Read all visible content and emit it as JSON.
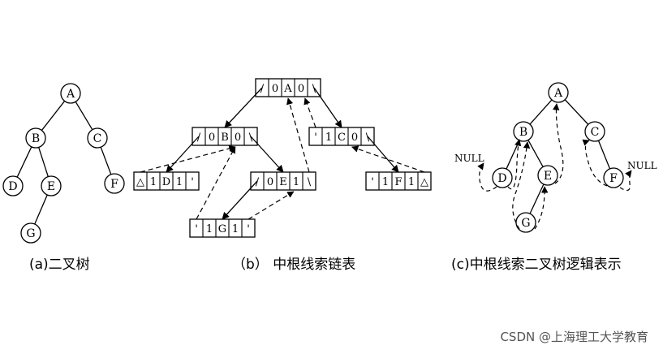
{
  "captions": {
    "a": "(a)二叉树",
    "b": "（b） 中根线索链表",
    "c": "(c)中根线索二叉树逻辑表示"
  },
  "watermark": "CSDN @上海理工大学教育",
  "tree_a": {
    "nodes": [
      {
        "id": "A",
        "label": "A"
      },
      {
        "id": "B",
        "label": "B"
      },
      {
        "id": "C",
        "label": "C"
      },
      {
        "id": "D",
        "label": "D"
      },
      {
        "id": "E",
        "label": "E"
      },
      {
        "id": "F",
        "label": "F"
      },
      {
        "id": "G",
        "label": "G"
      }
    ],
    "edges": [
      [
        "A",
        "B"
      ],
      [
        "A",
        "C"
      ],
      [
        "B",
        "D"
      ],
      [
        "B",
        "E"
      ],
      [
        "C",
        "F"
      ],
      [
        "E",
        "G"
      ]
    ]
  },
  "linked_list": {
    "nodes": [
      {
        "id": "A",
        "cells": [
          "/",
          "0",
          "A",
          "0",
          "\\"
        ]
      },
      {
        "id": "B",
        "cells": [
          "/",
          "0",
          "B",
          "0",
          "\\"
        ]
      },
      {
        "id": "C",
        "cells": [
          "'",
          "1",
          "C",
          "0",
          "\\"
        ]
      },
      {
        "id": "D",
        "cells": [
          "△",
          "1",
          "D",
          "1",
          "'"
        ]
      },
      {
        "id": "E",
        "cells": [
          "/",
          "0",
          "E",
          "1",
          "\\"
        ]
      },
      {
        "id": "F",
        "cells": [
          "'",
          "1",
          "F",
          "1",
          "△"
        ]
      },
      {
        "id": "G",
        "cells": [
          "'",
          "1",
          "G",
          "1",
          "'"
        ]
      }
    ],
    "child_links": [
      [
        "A",
        "B"
      ],
      [
        "A",
        "C"
      ],
      [
        "B",
        "D"
      ],
      [
        "B",
        "E"
      ],
      [
        "C",
        "F"
      ],
      [
        "E",
        "G"
      ]
    ],
    "thread_links": [
      [
        "D",
        "B"
      ],
      [
        "G",
        "B"
      ],
      [
        "E",
        "A"
      ],
      [
        "G",
        "E"
      ],
      [
        "C",
        "A"
      ],
      [
        "F",
        "C"
      ]
    ]
  },
  "tree_c": {
    "nodes": [
      {
        "id": "A",
        "label": "A"
      },
      {
        "id": "B",
        "label": "B"
      },
      {
        "id": "C",
        "label": "C"
      },
      {
        "id": "D",
        "label": "D"
      },
      {
        "id": "E",
        "label": "E"
      },
      {
        "id": "F",
        "label": "F"
      },
      {
        "id": "G",
        "label": "G"
      }
    ],
    "edges": [
      [
        "A",
        "B"
      ],
      [
        "A",
        "C"
      ],
      [
        "B",
        "D"
      ],
      [
        "B",
        "E"
      ],
      [
        "C",
        "F"
      ],
      [
        "E",
        "G"
      ]
    ],
    "null_label_left": "NULL",
    "null_label_right": "NULL"
  }
}
